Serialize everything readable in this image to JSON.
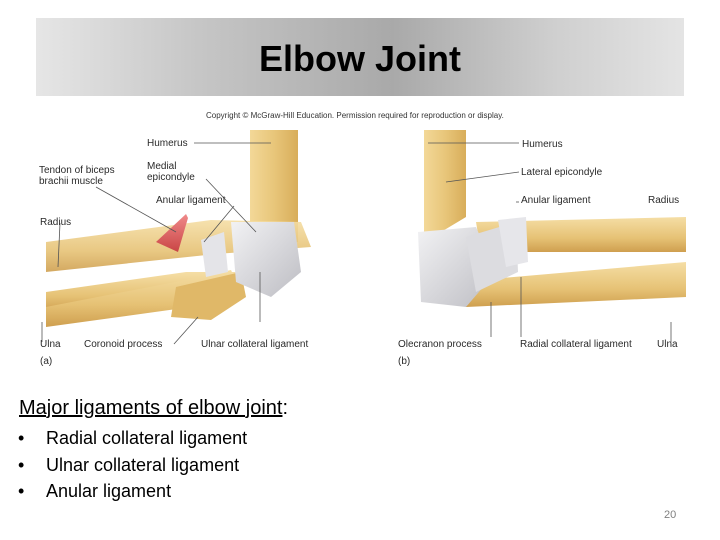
{
  "title": "Elbow Joint",
  "copyright": "Copyright © McGraw-Hill Education. Permission required for reproduction or display.",
  "figure_a": {
    "panel_label": "(a)",
    "labels": {
      "humerus": "Humerus",
      "tendon": "Tendon of biceps\nbrachii muscle",
      "medial_epicondyle": "Medial\nepicondyle",
      "anular_ligament": "Anular ligament",
      "radius": "Radius",
      "ulna": "Ulna",
      "coronoid_process": "Coronoid process",
      "ulnar_collateral_ligament": "Ulnar collateral ligament"
    }
  },
  "figure_b": {
    "panel_label": "(b)",
    "labels": {
      "humerus": "Humerus",
      "lateral_epicondyle": "Lateral epicondyle",
      "anular_ligament": "Anular ligament",
      "radius": "Radius",
      "olecranon_process": "Olecranon process",
      "radial_collateral_ligament": "Radial collateral ligament",
      "ulna": "Ulna"
    }
  },
  "subtitle": {
    "text": "Major ligaments of elbow joint",
    "suffix": ":"
  },
  "bullets": [
    "Radial collateral ligament",
    "Ulnar collateral ligament",
    "Anular ligament"
  ],
  "page_number": "20",
  "colors": {
    "bone": "#e8c67a",
    "ligament": "#d9d9dc",
    "tendon": "#e36a6a",
    "leader_line": "#555555"
  }
}
